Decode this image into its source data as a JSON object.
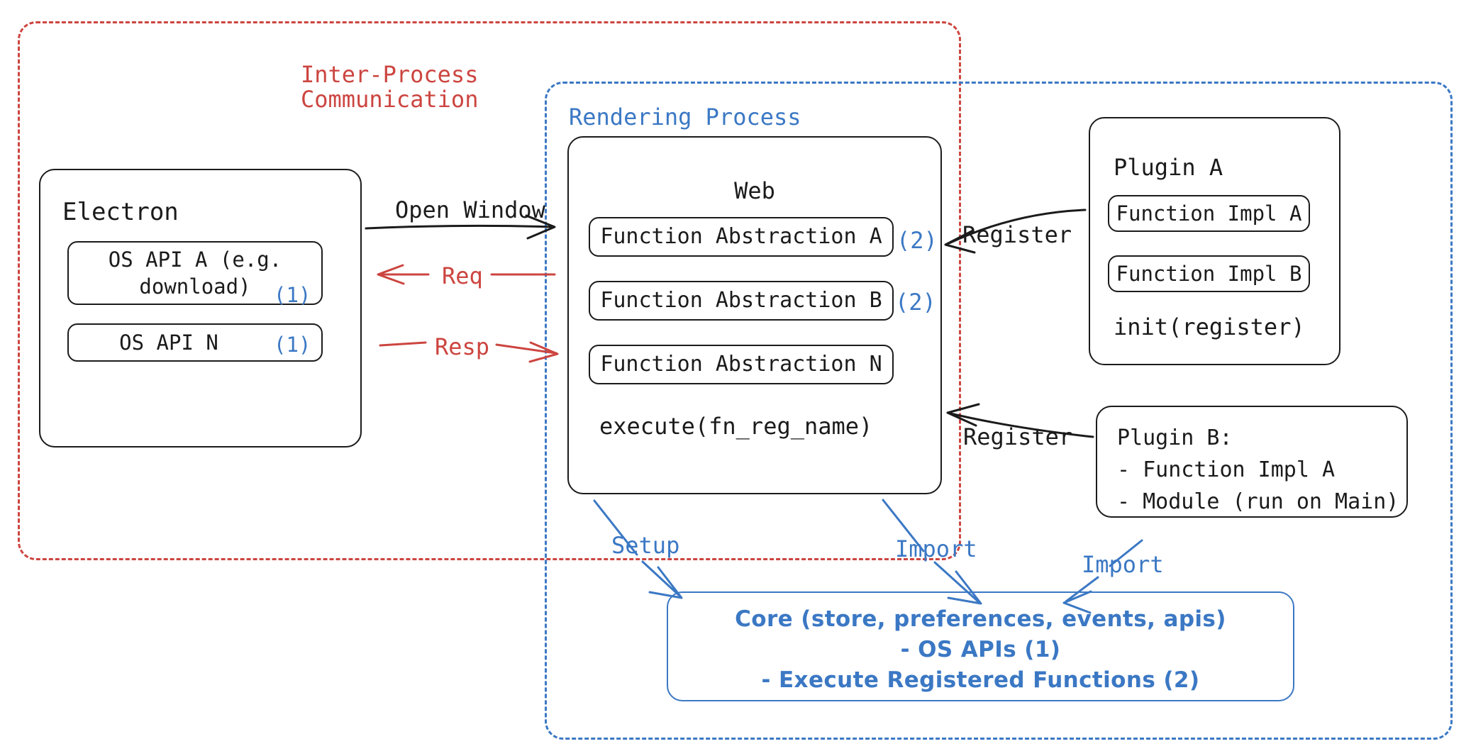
{
  "diagram": {
    "title": "Electron plugin architecture",
    "colors": {
      "red": "#cc4540",
      "blue": "#3b78c4",
      "ink": "#1b1b1b"
    }
  },
  "groups": {
    "ipc": {
      "label_line1": "Inter-Process",
      "label_line2": "Communication"
    },
    "rendering": {
      "label": "Rendering Process"
    }
  },
  "electron": {
    "title": "Electron",
    "apis": [
      {
        "label": "OS API A (e.g.\ndownload)",
        "marker": "(1)"
      },
      {
        "label": "OS API N",
        "marker": "(1)"
      }
    ]
  },
  "web": {
    "title": "Web",
    "abstractions": [
      {
        "label": "Function Abstraction A",
        "marker": "(2)"
      },
      {
        "label": "Function Abstraction B",
        "marker": "(2)"
      },
      {
        "label": "Function Abstraction N",
        "marker": ""
      }
    ],
    "footer": "execute(fn_reg_name)"
  },
  "plugin_a": {
    "title": "Plugin A",
    "items": [
      "Function Impl A",
      "Function Impl B"
    ],
    "footer": "init(register)"
  },
  "plugin_b": {
    "lines": [
      "Plugin B:",
      "- Function Impl A",
      "- Module (run on Main)"
    ]
  },
  "core": {
    "line1": "Core (store, preferences, events, apis)",
    "line2": "- OS APIs (1)",
    "line3": "- Execute Registered Functions (2)"
  },
  "edges": [
    {
      "name": "open-window",
      "label": "Open Window",
      "color": "#1b1b1b"
    },
    {
      "name": "req",
      "label": "Req",
      "color": "#cc4540"
    },
    {
      "name": "resp",
      "label": "Resp",
      "color": "#cc4540"
    },
    {
      "name": "register-a",
      "label": "Register",
      "color": "#1b1b1b"
    },
    {
      "name": "register-b",
      "label": "Register",
      "color": "#1b1b1b"
    },
    {
      "name": "setup",
      "label": "Setup",
      "color": "#3b78c4"
    },
    {
      "name": "import-web",
      "label": "Import",
      "color": "#3b78c4"
    },
    {
      "name": "import-plugin",
      "label": "Import",
      "color": "#3b78c4"
    }
  ]
}
